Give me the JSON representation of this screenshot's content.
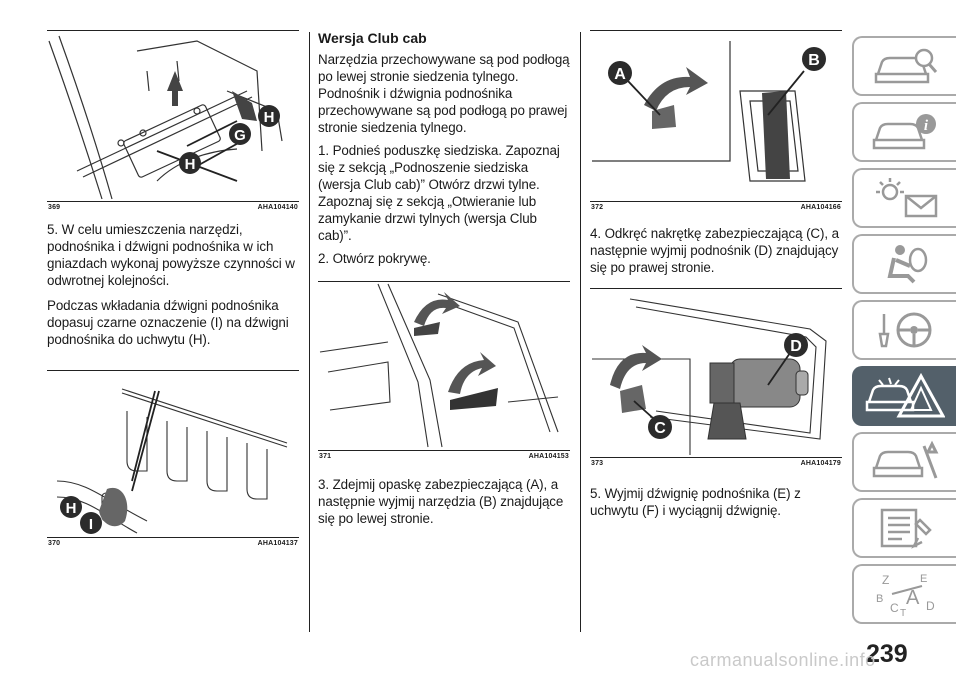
{
  "figures": {
    "f369": {
      "num": "369",
      "code": "AHA104140",
      "labels": [
        "H",
        "G",
        "H"
      ]
    },
    "f370": {
      "num": "370",
      "code": "AHA104137",
      "labels": [
        "H",
        "I"
      ]
    },
    "f371": {
      "num": "371",
      "code": "AHA104153"
    },
    "f372": {
      "num": "372",
      "code": "AHA104166",
      "labels": [
        "A",
        "B"
      ]
    },
    "f373": {
      "num": "373",
      "code": "AHA104179",
      "labels": [
        "D",
        "C"
      ]
    }
  },
  "col_a": {
    "p1": "5. W celu umieszczenia narzędzi, podnośnika i dźwigni podnośnika w ich gniazdach wykonaj powyższe czynności w odwrotnej kolejności.",
    "p2": "Podczas wkładania dźwigni podnośnika dopasuj czarne oznaczenie (I) na dźwigni podnośnika do uchwytu (H)."
  },
  "col_b": {
    "heading": "Wersja Club cab",
    "p1": "Narzędzia przechowywane są pod podłogą po lewej stronie siedzenia tylnego. Podnośnik i dźwignia podnośnika przechowywane są pod podłogą po prawej stronie siedzenia tylnego.",
    "p2": "1. Podnieś poduszkę siedziska. Zapoznaj się z sekcją „Podnoszenie siedziska (wersja Club cab)” Otwórz drzwi tylne. Zapoznaj się z sekcją „Otwieranie lub zamykanie drzwi tylnych (wersja Club cab)”.",
    "p3": "2. Otwórz pokrywę.",
    "p4": "3. Zdejmij opaskę zabezpieczającą (A), a następnie wyjmij narzędzia (B) znajdujące się po lewej stronie."
  },
  "col_c": {
    "p1": "4. Odkręć nakrętkę zabezpieczającą (C), a następnie wyjmij podnośnik (D) znajdujący się po prawej stronie.",
    "p2": "5. Wyjmij dźwignię podnośnika (E) z uchwytu (F) i wyciągnij dźwignię."
  },
  "sidebar": {
    "tabs": [
      {
        "icon": "car-search-icon",
        "active": false
      },
      {
        "icon": "car-info-icon",
        "active": false
      },
      {
        "icon": "warning-lights-mail-icon",
        "active": false
      },
      {
        "icon": "airbag-seat-icon",
        "active": false
      },
      {
        "icon": "steering-wheel-icon",
        "active": false
      },
      {
        "icon": "car-hazard-triangle-icon",
        "active": true
      },
      {
        "icon": "car-maintenance-icon",
        "active": false
      },
      {
        "icon": "specifications-list-icon",
        "active": false
      },
      {
        "icon": "alphabet-index-icon",
        "active": false
      }
    ],
    "index_letters": [
      "Z",
      "E",
      "B",
      "A",
      "C",
      "T",
      "D"
    ]
  },
  "page_number": "239",
  "watermark": "carmanualsonline.info",
  "colors": {
    "accent_tab": "#53606a",
    "label_fill": "#2b2b2b",
    "label_text": "#ffffff"
  }
}
